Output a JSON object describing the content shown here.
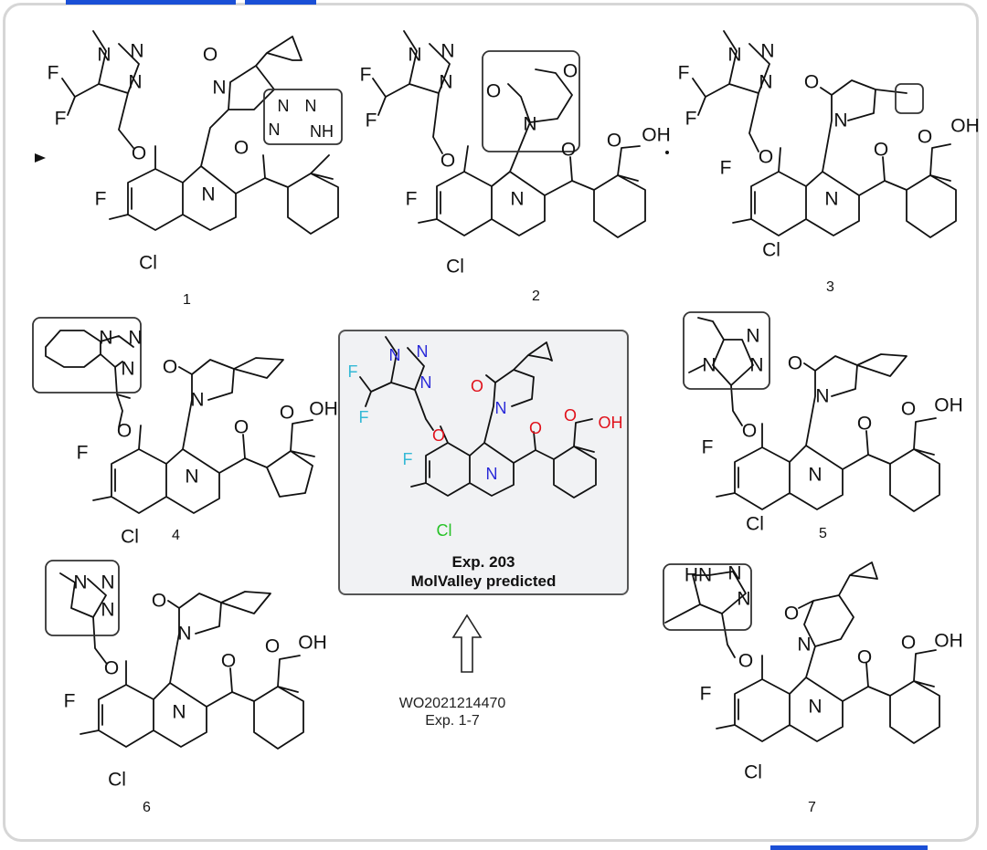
{
  "figure": {
    "compounds": [
      {
        "number": "1",
        "atoms": {
          "me": "",
          "n1": "N",
          "n2": "N",
          "n3": "N",
          "f1": "F",
          "f2": "F",
          "o_ether": "O",
          "o_lactam": "O",
          "n_lactam": "N",
          "n_ring": "N",
          "f_ar": "F",
          "cl": "Cl",
          "o_amide": "O",
          "ring_motif": "tetrazole",
          "tz1": "N",
          "tz2": "N",
          "tz3": "N",
          "tz4": "NH"
        }
      },
      {
        "number": "2",
        "atoms": {
          "n1": "N",
          "n2": "N",
          "n3": "N",
          "f1": "F",
          "f2": "F",
          "o_ether": "O",
          "o_lactam": "O",
          "o_morph": "O",
          "n_lactam": "N",
          "n_ring": "N",
          "f_ar": "F",
          "cl": "Cl",
          "o_amide": "O",
          "oh": "OH",
          "o_acid": "O"
        }
      },
      {
        "number": "3",
        "atoms": {
          "n1": "N",
          "n2": "N",
          "n3": "N",
          "f1": "F",
          "f2": "F",
          "o_ether": "O",
          "o_lactam": "O",
          "n_lactam": "N",
          "n_ring": "N",
          "f_ar": "F",
          "cl": "Cl",
          "o_amide": "O",
          "oh": "OH",
          "o_acid": "O"
        }
      },
      {
        "number": "4",
        "atoms": {
          "n1": "N",
          "n2": "N",
          "n3": "N",
          "o_ether": "O",
          "o_lactam": "O",
          "n_lactam": "N",
          "n_ring": "N",
          "f_ar": "F",
          "cl": "Cl",
          "o_amide": "O",
          "oh": "OH",
          "o_acid": "O"
        }
      },
      {
        "number": "5",
        "atoms": {
          "n1": "N",
          "n2": "N",
          "n3": "N",
          "o_ether": "O",
          "o_lactam": "O",
          "n_lactam": "N",
          "n_ring": "N",
          "f_ar": "F",
          "cl": "Cl",
          "o_amide": "O",
          "oh": "OH",
          "o_acid": "O"
        }
      },
      {
        "number": "6",
        "atoms": {
          "n1": "N",
          "n2": "N",
          "n3": "N",
          "o_ether": "O",
          "o_lactam": "O",
          "n_lactam": "N",
          "n_ring": "N",
          "f_ar": "F",
          "cl": "Cl",
          "o_amide": "O",
          "oh": "OH",
          "o_acid": "O"
        }
      },
      {
        "number": "7",
        "atoms": {
          "n1": "HN",
          "n2": "N",
          "n3": "N",
          "o_ether": "O",
          "o_lactam": "O",
          "n_lactam": "N",
          "n_ring": "N",
          "f_ar": "F",
          "cl": "Cl",
          "o_amide": "O",
          "oh": "OH",
          "o_acid": "O"
        }
      }
    ],
    "center": {
      "title": "Exp. 203",
      "subtitle": "MolValley predicted",
      "atoms": {
        "n1": "N",
        "n2": "N",
        "n3": "N",
        "f1": "F",
        "f2": "F",
        "o_ether": "O",
        "o_lactam": "O",
        "n_lactam": "N",
        "n_ring": "N",
        "f_ar": "F",
        "cl": "Cl",
        "o_amide": "O",
        "oh": "OH",
        "o_acid": "O"
      },
      "colors": {
        "nitrogen": "#2a2ad8",
        "oxygen": "#e0101a",
        "fluorine": "#35b9d6",
        "chlorine": "#27c227",
        "carbon": "#111111",
        "panel": "#f1f2f4"
      }
    },
    "reference": {
      "patent": "WO2021214470",
      "examples": "Exp. 1-7"
    },
    "arrow": "up-arrow-icon"
  }
}
